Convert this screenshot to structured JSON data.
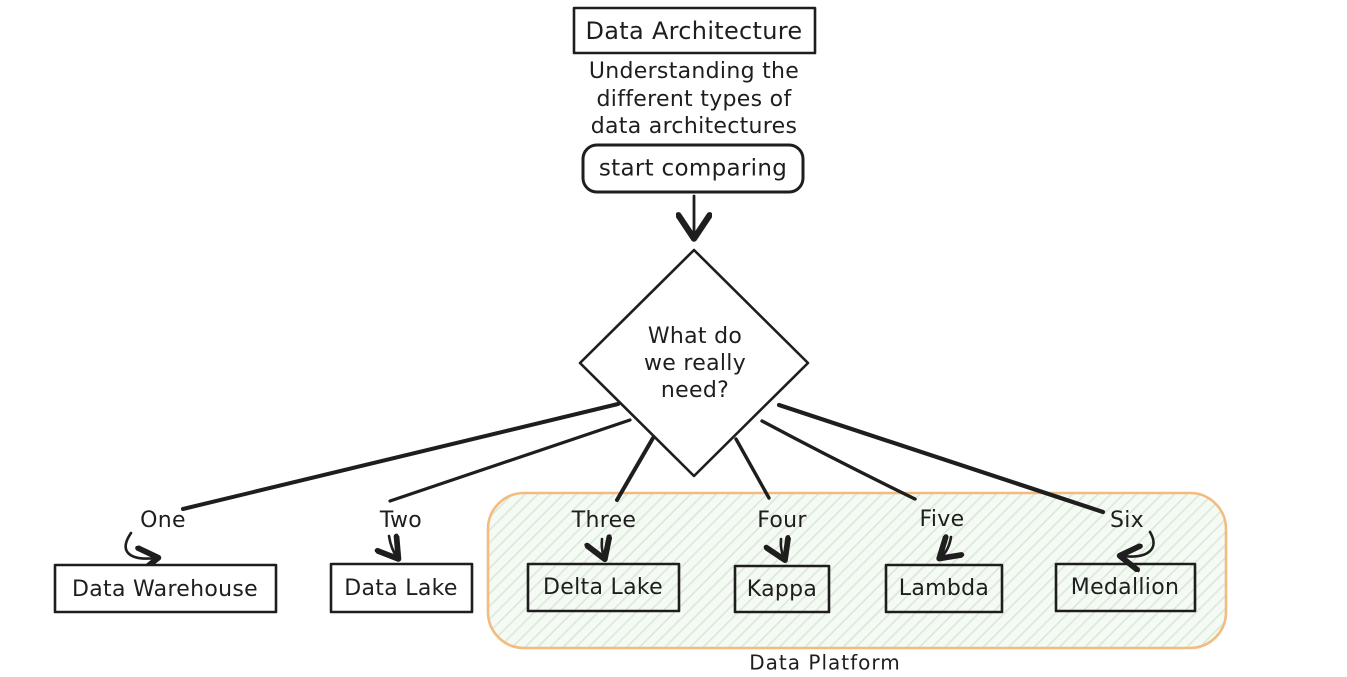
{
  "flowchart": {
    "title": "Data Architecture",
    "subtitle_lines": [
      "Understanding the",
      "different types of",
      "data architectures"
    ],
    "action_label": "start comparing",
    "decision_lines": [
      "What do",
      "we really",
      "need?"
    ],
    "branches": [
      {
        "label": "One",
        "target": "Data Warehouse"
      },
      {
        "label": "Two",
        "target": "Data Lake"
      },
      {
        "label": "Three",
        "target": "Delta Lake"
      },
      {
        "label": "Four",
        "target": "Kappa"
      },
      {
        "label": "Five",
        "target": "Lambda"
      },
      {
        "label": "Six",
        "target": "Medallion"
      }
    ],
    "group": {
      "label": "Data Platform"
    },
    "colors": {
      "ink": "#1e1e1e",
      "group_border": "#f2bc80",
      "group_label": "#f6c185",
      "hatch_stripe": "#d8ebd9",
      "hatch_bg": "#f6faf4",
      "canvas_bg": "#ffffff"
    }
  }
}
